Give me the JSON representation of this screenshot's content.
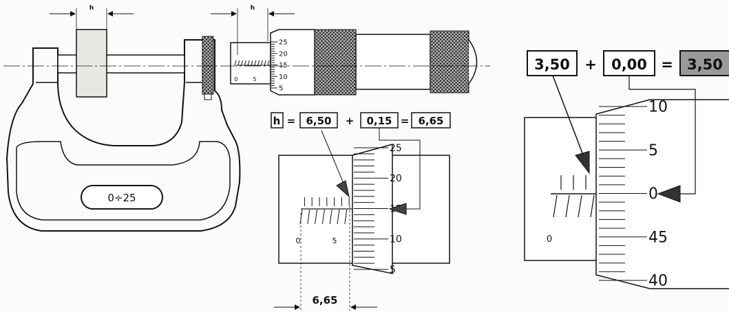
{
  "micrometer": {
    "dimension_label": "h",
    "range_label": "0÷25",
    "sleeve_labels": [
      "0",
      "5"
    ],
    "thimble_labels": [
      "25",
      "20",
      "15",
      "10",
      "5"
    ]
  },
  "example_1": {
    "formula": {
      "var": "h",
      "eq": "=",
      "a": "6,50",
      "plus": "+",
      "b": "0,15",
      "eq2": "=",
      "result": "6,65"
    },
    "sleeve_labels": [
      "0",
      "5"
    ],
    "thimble_labels": [
      "25",
      "20",
      "15",
      "10",
      "5"
    ],
    "dimension_value": "6,65"
  },
  "example_2": {
    "formula": {
      "a": "3,50",
      "plus": "+",
      "b": "0,00",
      "eq": "=",
      "result": "3,50"
    },
    "sleeve_labels": [
      "0"
    ],
    "thimble_labels": [
      "10",
      "5",
      "0",
      "45",
      "40"
    ],
    "result_fill": "#9a9a9a"
  }
}
